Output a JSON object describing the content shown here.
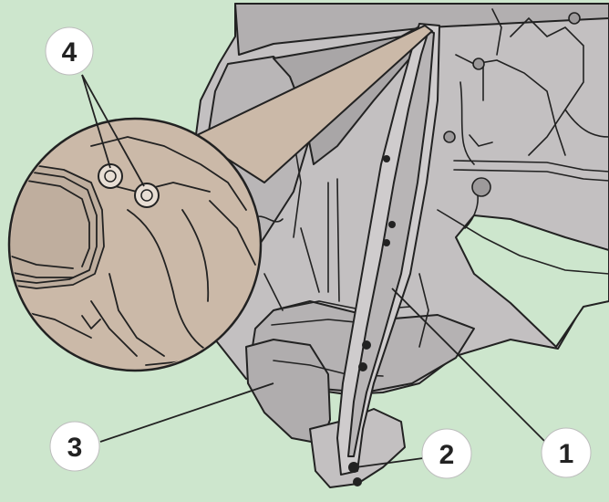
{
  "colors": {
    "background": "#cde6cd",
    "body": "#c3c0c1",
    "body_dark": "#9d9a9b",
    "zoom_fill": "#cbb9a8",
    "outline": "#222222",
    "callout_fill": "#ffffff"
  },
  "callouts": [
    {
      "id": "1",
      "label": "1"
    },
    {
      "id": "2",
      "label": "2"
    },
    {
      "id": "3",
      "label": "3"
    },
    {
      "id": "4",
      "label": "4"
    }
  ]
}
